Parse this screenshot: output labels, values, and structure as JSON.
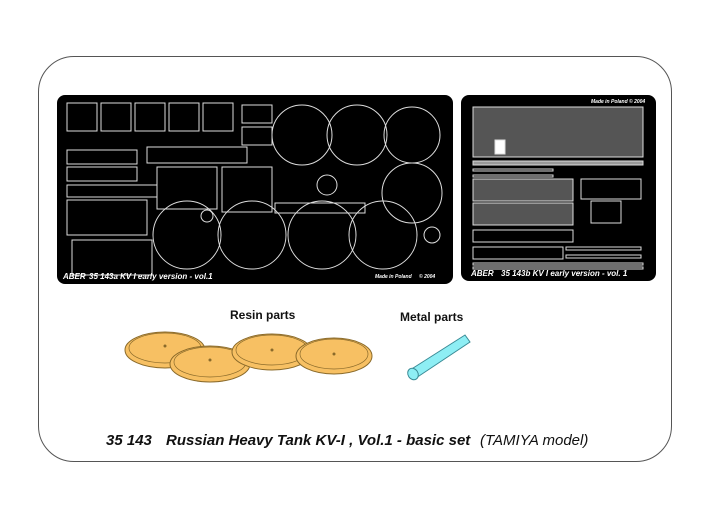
{
  "fret_a": {
    "brand": "ABER",
    "label": "35 143a KV I early version - vol.1",
    "origin": "Made in Poland",
    "copyright": "© 2004"
  },
  "fret_b": {
    "brand": "ABER",
    "label": "35 143b KV I early version - vol. 1",
    "origin": "Made in Poland",
    "copyright": "© 2004"
  },
  "sections": {
    "resin": "Resin parts",
    "metal": "Metal parts"
  },
  "caption": {
    "code": "35 143",
    "name": "Russian Heavy Tank KV-I , Vol.1 - basic set",
    "model": "(TAMIYA model)"
  },
  "colors": {
    "fret": "#000000",
    "etch": "#e8e8e8",
    "resin": "#f7c063",
    "resin_edge": "#8a6a2a",
    "metal": "#8eeef4",
    "metal_edge": "#3a8a95"
  },
  "resin_wheel_count": 4,
  "metal_rod_count": 1
}
